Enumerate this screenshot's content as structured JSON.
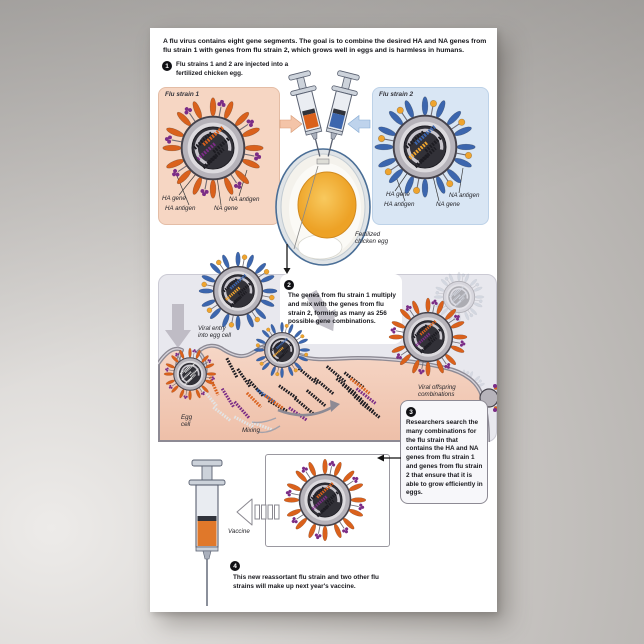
{
  "poster": {
    "intro": "A flu virus contains eight gene segments. The goal is to combine the desired HA and NA genes from flu strain 1 with genes from flu strain 2, which grows well in eggs and is harmless in humans.",
    "steps": [
      {
        "num": "1",
        "text": "Flu strains 1 and 2 are injected into a fertilized chicken egg."
      },
      {
        "num": "2",
        "text": "The genes from flu strain 1 multiply and mix with the genes from flu strain 2, forming as many as 256 possible gene combinations."
      },
      {
        "num": "3",
        "text": "Researchers search the many combinations for the flu strain that contains the HA and NA genes from flu strain 1 and genes from flu strain 2 that ensure that it is able to grow efficiently in eggs."
      },
      {
        "num": "4",
        "text": "This new reassortant flu strain and two other flu strains will make up next year's vaccine."
      }
    ],
    "strain1": {
      "title": "Flu strain 1",
      "ha_gene": "HA gene",
      "ha_antigen": "HA antigen",
      "na_gene": "NA gene",
      "na_antigen": "NA antigen"
    },
    "strain2": {
      "title": "Flu strain 2",
      "ha_gene": "HA gene",
      "ha_antigen": "HA antigen",
      "na_gene": "NA gene",
      "na_antigen": "NA antigen"
    },
    "labels": {
      "fertilized_egg": "Fertilized\nchicken egg",
      "viral_entry": "Viral entry\ninto egg cell",
      "egg_cell": "Egg\ncell",
      "mixing": "Mixing",
      "offspring": "Viral offspring\ncombinations",
      "vaccine": "Vaccine"
    }
  },
  "colors": {
    "strain1_panel": "#f6d6c3",
    "strain2_panel": "#d9e6f4",
    "ha1": "#da611c",
    "na1": "#7b2d86",
    "ha2": "#3c66ae",
    "na2": "#efa42e",
    "gene_black": "#1d1c22",
    "gene_white": "#e3e3e3",
    "membrane": "#b6b3ba",
    "core": "#323138",
    "cell_fill": "#f3cbb8",
    "box_fill": "#e8e8ee",
    "yolk": "#f2ac31",
    "ghost": "#a9b4c4"
  },
  "virus_defs": {
    "strain1": {
      "ha": "ha1",
      "na": "na1",
      "naShape": "y",
      "genes": [
        "gene_black",
        "ha1",
        "gene_black",
        "na1",
        "gene_black",
        "gene_black"
      ]
    },
    "strain2": {
      "ha": "ha2",
      "na": "na2",
      "naShape": "lollipop",
      "genes": [
        "gene_black",
        "ha2",
        "gene_black",
        "na2",
        "gene_black",
        "gene_black"
      ]
    },
    "reassortant": {
      "ha": "ha1",
      "na": "na1",
      "naShape": "y",
      "genes": [
        "gene_black",
        "ha1",
        "gene_black",
        "na1",
        "gene_black",
        "gene_black"
      ]
    },
    "entry_white": {
      "ha": "ha1",
      "na": "na1",
      "naShape": "y",
      "genes": [
        "gene_white",
        "gene_white",
        "gene_white",
        "gene_white",
        "gene_white",
        "gene_white"
      ]
    },
    "ghost": {
      "ha": "ghost",
      "na": "ghost",
      "naShape": "lollipop",
      "genes": [
        "ghost",
        "ghost",
        "ghost",
        "ghost",
        "ghost",
        "ghost"
      ]
    }
  }
}
